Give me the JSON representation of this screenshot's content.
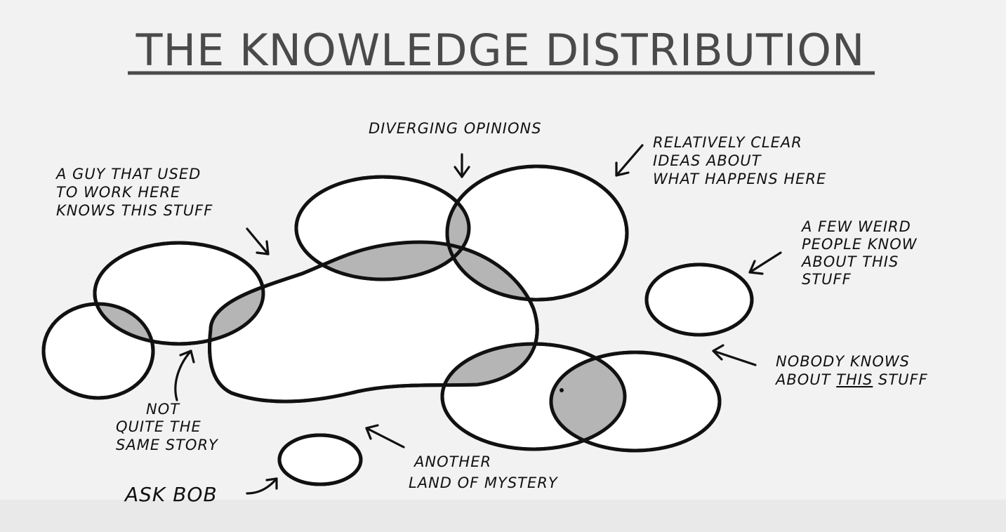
{
  "title": "THE KNOWLEDGE DISTRIBUTION",
  "labels": {
    "guy": [
      "A GUY THAT USED",
      "TO WORK HERE",
      "KNOWS THIS STUFF"
    ],
    "diverging": [
      "DIVERGING OPINIONS"
    ],
    "clear": [
      "RELATIVELY CLEAR",
      "IDEAS ABOUT",
      "WHAT HAPPENS HERE"
    ],
    "weird": [
      "A FEW WEIRD",
      "PEOPLE KNOW",
      "ABOUT THIS",
      "STUFF"
    ],
    "nobody": {
      "line1": "NOBODY KNOWS",
      "line2_before": "ABOUT ",
      "line2_emphasis": "THIS",
      "line2_after": " STUFF"
    },
    "not_quite": [
      "NOT",
      "QUITE THE",
      "SAME STORY"
    ],
    "another": [
      "ANOTHER",
      "LAND OF MYSTERY"
    ],
    "bob": "ASK BOB"
  },
  "colors": {
    "ink": "#111111",
    "title": "#4a4a4a",
    "overlap_fill": "#b5b5b5",
    "blob_fill": "#ffffff",
    "paper": "#f2f2f2"
  }
}
